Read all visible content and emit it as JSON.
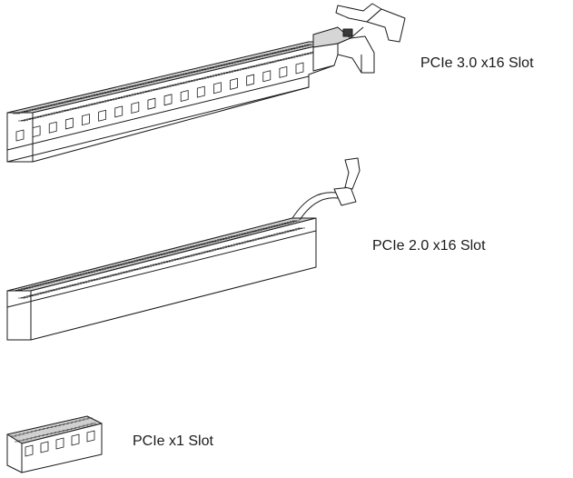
{
  "slots": [
    {
      "id": "pcie-3-x16",
      "label": "PCIe 3.0 x16 Slot"
    },
    {
      "id": "pcie-2-x16",
      "label": "PCIe 2.0 x16 Slot"
    },
    {
      "id": "pcie-x1",
      "label": "PCIe x1 Slot"
    }
  ],
  "colors": {
    "line": "#1a1a1a",
    "face": "#ffffff",
    "shade": "#d6d6d6",
    "dark": "#3a3a3a"
  }
}
